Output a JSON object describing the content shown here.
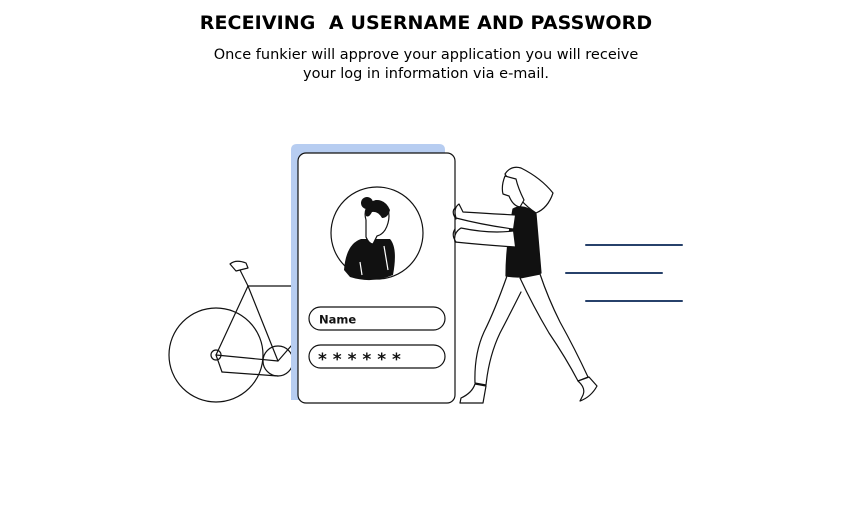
{
  "heading": {
    "title": "RECEIVING  A USERNAME AND PASSWORD",
    "subtitle": "Once funkier will approve your application you will receive your log in information via e-mail."
  },
  "login_card": {
    "name_field_label": "Name",
    "password_field_value": "* * * * * *"
  },
  "colors": {
    "accent_blue": "#b7cdf1",
    "line_blue": "#27416b",
    "ink": "#111111"
  },
  "icons": [
    "avatar-woman-icon",
    "bicycle-icon",
    "woman-pushing-icon",
    "speed-lines-icon"
  ]
}
